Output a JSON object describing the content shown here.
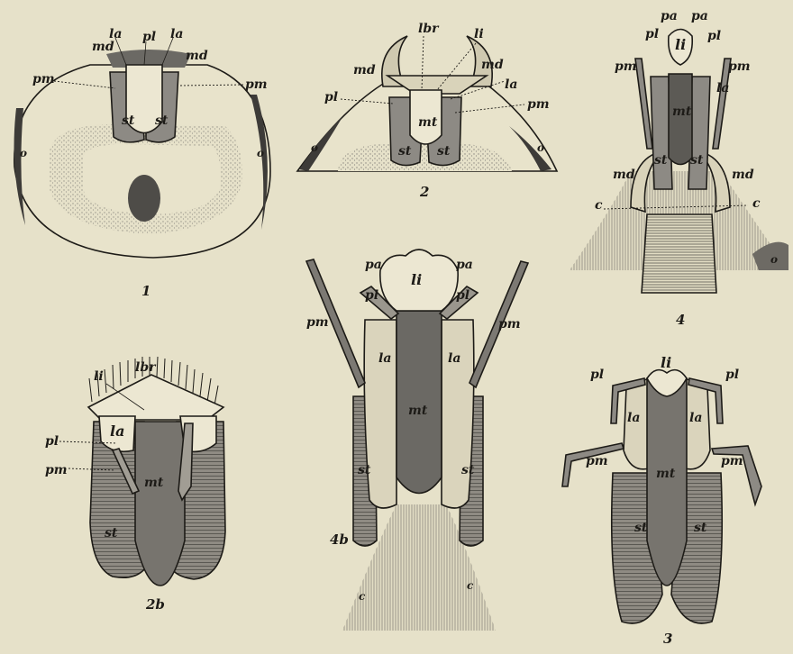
{
  "figures": {
    "fig1": {
      "number": "1",
      "labels": [
        "la",
        "pl",
        "la",
        "md",
        "md",
        "pm",
        "pm",
        "st",
        "st",
        "o",
        "o"
      ]
    },
    "fig2": {
      "number": "2",
      "labels": [
        "lbr",
        "li",
        "md",
        "md",
        "la",
        "pl",
        "pm",
        "mt",
        "st",
        "st",
        "o",
        "o"
      ]
    },
    "fig4": {
      "number": "4",
      "labels": [
        "pa",
        "pa",
        "pl",
        "li",
        "pl",
        "pm",
        "pm",
        "la",
        "mt",
        "st",
        "st",
        "md",
        "md",
        "c",
        "c",
        "o"
      ]
    },
    "fig2b": {
      "number": "2b",
      "labels": [
        "lbr",
        "li",
        "la",
        "pl",
        "pm",
        "mt",
        "st"
      ]
    },
    "fig4b": {
      "number": "4b",
      "labels": [
        "pa",
        "li",
        "pa",
        "pl",
        "pl",
        "pm",
        "pm",
        "la",
        "la",
        "mt",
        "st",
        "st",
        "c",
        "c"
      ]
    },
    "fig3": {
      "number": "3",
      "labels": [
        "pl",
        "li",
        "pl",
        "la",
        "la",
        "pm",
        "pm",
        "mt",
        "st",
        "st"
      ]
    }
  }
}
